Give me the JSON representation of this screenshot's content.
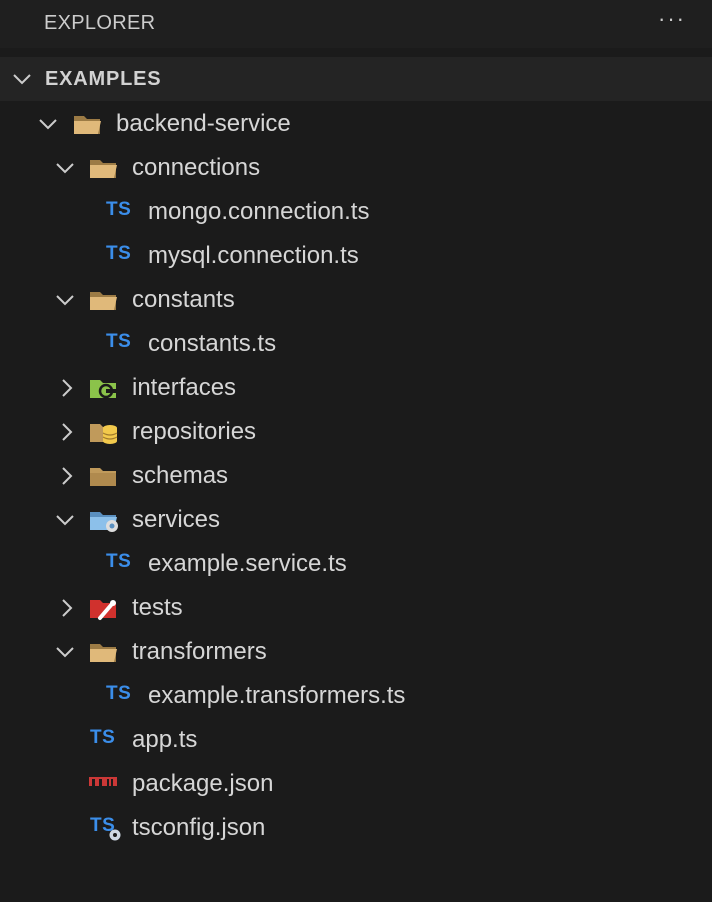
{
  "explorer": {
    "title": "EXPLORER",
    "actions_label": "···",
    "section": {
      "label": "EXAMPLES",
      "expanded": true
    },
    "tree": [
      {
        "label": "backend-service",
        "kind": "folder",
        "expanded": true,
        "icon": "folder-open-icon"
      },
      {
        "label": "connections",
        "kind": "folder",
        "expanded": true,
        "icon": "folder-open-icon"
      },
      {
        "label": "mongo.connection.ts",
        "kind": "file",
        "icon": "typescript-file-icon",
        "badge": "TS"
      },
      {
        "label": "mysql.connection.ts",
        "kind": "file",
        "icon": "typescript-file-icon",
        "badge": "TS"
      },
      {
        "label": "constants",
        "kind": "folder",
        "expanded": true,
        "icon": "folder-open-icon"
      },
      {
        "label": "constants.ts",
        "kind": "file",
        "icon": "typescript-file-icon",
        "badge": "TS"
      },
      {
        "label": "interfaces",
        "kind": "folder",
        "expanded": false,
        "icon": "interfaces-folder-icon"
      },
      {
        "label": "repositories",
        "kind": "folder",
        "expanded": false,
        "icon": "database-folder-icon"
      },
      {
        "label": "schemas",
        "kind": "folder",
        "expanded": false,
        "icon": "folder-closed-icon"
      },
      {
        "label": "services",
        "kind": "folder",
        "expanded": true,
        "icon": "services-folder-icon"
      },
      {
        "label": "example.service.ts",
        "kind": "file",
        "icon": "typescript-file-icon",
        "badge": "TS"
      },
      {
        "label": "tests",
        "kind": "folder",
        "expanded": false,
        "icon": "tests-folder-icon"
      },
      {
        "label": "transformers",
        "kind": "folder",
        "expanded": true,
        "icon": "folder-open-icon"
      },
      {
        "label": "example.transformers.ts",
        "kind": "file",
        "icon": "typescript-file-icon",
        "badge": "TS"
      },
      {
        "label": "app.ts",
        "kind": "file",
        "icon": "typescript-file-icon",
        "badge": "TS"
      },
      {
        "label": "package.json",
        "kind": "file",
        "icon": "npm-icon"
      },
      {
        "label": "tsconfig.json",
        "kind": "file",
        "icon": "tsconfig-icon",
        "badge": "TS"
      }
    ]
  },
  "colors": {
    "background": "#1b1b1b",
    "section_background": "#242424",
    "text": "#d6d6d6",
    "typescript_blue": "#3b8eea",
    "folder_tan": "#c09a5b",
    "npm_red": "#cb3837",
    "tests_red": "#d0312d",
    "interfaces_green": "#8bc34a",
    "services_blue": "#6fa7d8"
  }
}
